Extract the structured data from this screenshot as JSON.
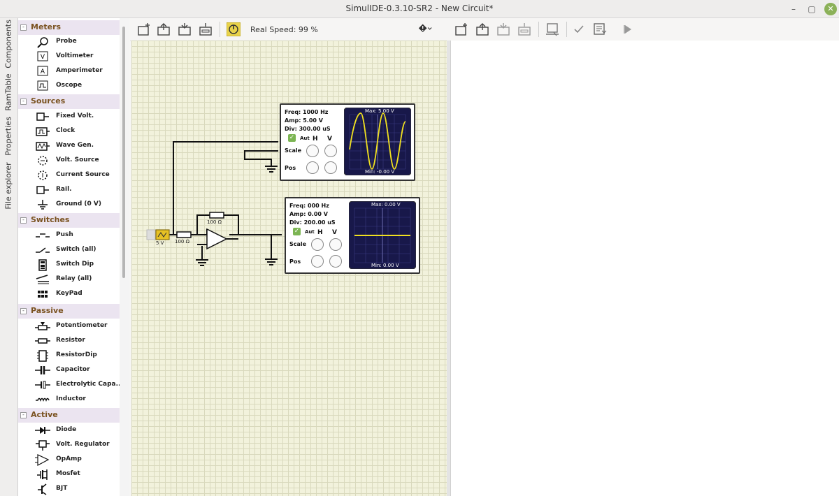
{
  "window": {
    "title": "SimulIDE-0.3.10-SR2  -  New Circuit*"
  },
  "side_tabs": [
    "Components",
    "RamTable",
    "Properties",
    "File explorer"
  ],
  "palette": {
    "categories": [
      {
        "name": "Meters",
        "items": [
          "Probe",
          "Voltimeter",
          "Amperimeter",
          "Oscope"
        ]
      },
      {
        "name": "Sources",
        "items": [
          "Fixed Volt.",
          "Clock",
          "Wave Gen.",
          "Volt. Source",
          "Current Source",
          "Rail.",
          "Ground (0 V)"
        ]
      },
      {
        "name": "Switches",
        "items": [
          "Push",
          "Switch (all)",
          "Switch Dip",
          "Relay (all)",
          "KeyPad"
        ]
      },
      {
        "name": "Passive",
        "items": [
          "Potentiometer",
          "Resistor",
          "ResistorDip",
          "Capacitor",
          "Electrolytic Capa...",
          "Inductor"
        ]
      },
      {
        "name": "Active",
        "items": [
          "Diode",
          "Volt. Regulator",
          "OpAmp",
          "Mosfet",
          "BJT"
        ]
      }
    ]
  },
  "toolbar": {
    "real_speed": "Real Speed: 99 %"
  },
  "circuit": {
    "source_label": "5 V",
    "r_input_label": "100 Ω",
    "r_feedback_label": "100 Ω",
    "scope1": {
      "freq": "Freq: 1000 Hz",
      "amp": "Amp: 5.00 V",
      "div": "Div:  300.00 uS",
      "auto": "Aut",
      "h": "H",
      "v": "V",
      "scale": "Scale",
      "pos": "Pos",
      "max": "Max: 5.00 V",
      "min": "Min: -0.00 V"
    },
    "scope2": {
      "freq": "Freq: 000 Hz",
      "amp": "Amp: 0.00 V",
      "div": "Div:  200.00 uS",
      "auto": "Aut",
      "h": "H",
      "v": "V",
      "scale": "Scale",
      "pos": "Pos",
      "max": "Max: 0.00 V",
      "min": "Min: 0.00 V"
    }
  },
  "colors": {
    "trace": "#f0e020",
    "scope_bg": "#18184a",
    "header_text": "#7a5220"
  }
}
